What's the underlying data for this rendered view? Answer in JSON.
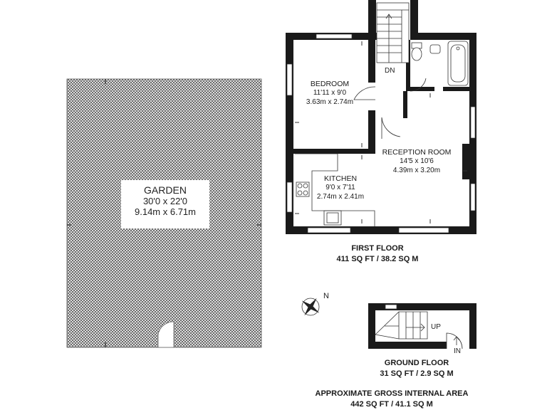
{
  "garden": {
    "name": "GARDEN",
    "imperial": "30'0 x 22'0",
    "metric": "9.14m x 6.71m"
  },
  "first_floor": {
    "rooms": [
      {
        "name": "BEDROOM",
        "imperial": "11'11 x 9'0",
        "metric": "3.63m x 2.74m"
      },
      {
        "name": "RECEPTION ROOM",
        "imperial": "14'5 x 10'6",
        "metric": "4.39m x 3.20m"
      },
      {
        "name": "KITCHEN",
        "imperial": "9'0 x 7'11",
        "metric": "2.74m x 2.41m"
      }
    ],
    "stair_label": "DN",
    "title": "FIRST FLOOR",
    "area": "411 SQ FT / 38.2 SQ M"
  },
  "ground_floor": {
    "stair_label": "UP",
    "entrance_label": "IN",
    "title": "GROUND FLOOR",
    "area": "31 SQ FT / 2.9 SQ M"
  },
  "compass": {
    "label": "N"
  },
  "total": {
    "title": "APPROXIMATE GROSS INTERNAL AREA",
    "area": "442 SQ FT / 41.1 SQ M"
  },
  "colors": {
    "wall": "#1a1a1a",
    "hatch": "#555555",
    "line": "#333333"
  }
}
